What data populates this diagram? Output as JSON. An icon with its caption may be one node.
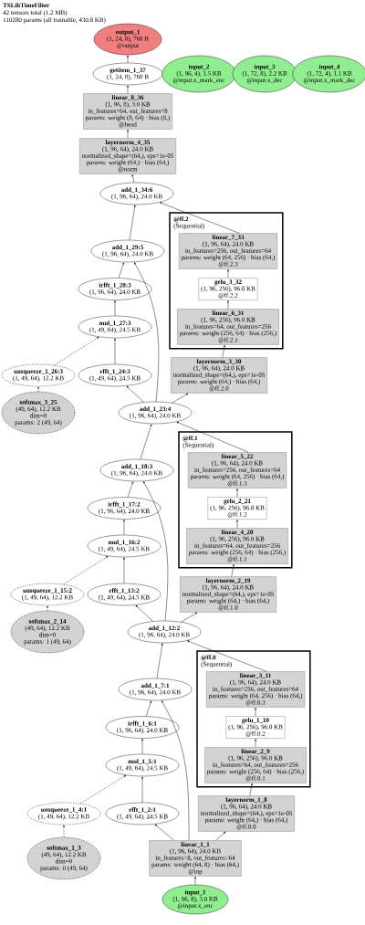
{
  "diagram": {
    "title": "TSLibTimeFilter",
    "labels": [
      "42 tensors total (1.2 MB)",
      "110280 params (all trainable, 430.8 KB)"
    ],
    "nodes": [
      {
        "text": [
          "output_1",
          "(1, 24, 8), 768 B",
          "@output"
        ]
      },
      {
        "text": [
          "getitem_1_37",
          "(1, 24, 8), 768 B"
        ]
      },
      {
        "text": [
          "input_2",
          "(1, 96, 4), 1.5 KB",
          "@input.x_mark_enc"
        ]
      },
      {
        "text": [
          "input_3",
          "(1, 72, 8), 2.2 KB",
          "@input.x_dec"
        ]
      },
      {
        "text": [
          "input_4",
          "(1, 72, 4), 1.1 KB",
          "@input.x_mark_dec"
        ]
      },
      {
        "text": [
          "linear_8_36",
          "(1, 96, 8), 3.0 KB",
          "in_features=64, out_features=8",
          "params: weight (8, 64) · bias (8,)",
          "@head"
        ]
      },
      {
        "text": [
          "layernorm_4_35",
          "(1, 96, 64), 24.0 KB",
          "normalized_shape=(64,), eps=1e-05",
          "params: weight (64,) · bias (64,)",
          "@norm"
        ]
      },
      {
        "text": [
          "add_1_34:6",
          "(1, 96, 64), 24.0 KB"
        ]
      },
      {
        "text": [
          "@ff.2",
          "(Sequential)"
        ]
      },
      {
        "text": [
          "add_1_29:5",
          "(1, 96, 64), 24.0 KB"
        ]
      },
      {
        "text": [
          "linear_7_33",
          "(1, 96, 64), 24.0 KB",
          "in_features=256, out_features=64",
          "params: weight (64, 256) · bias (64,)",
          "@ff.2.3"
        ],
        "in": 8
      },
      {
        "text": [
          "irfft_1_28:3",
          "(1, 96, 64), 24.0 KB"
        ]
      },
      {
        "text": [
          "gelu_3_32",
          "(1, 96, 256), 96.0 KB",
          "@ff.2.2"
        ],
        "in": 8
      },
      {
        "text": [
          "mul_1_27:3",
          "(1, 49, 64), 24.5 KB"
        ]
      },
      {
        "text": [
          "linear_6_31",
          "(1, 96, 256), 96.0 KB",
          "in_features=64, out_features=256",
          "params: weight (256, 64) · bias (256,)",
          "@ff.2.1"
        ],
        "in": 8
      },
      {
        "text": [
          "unsqueeze_1_26:3",
          "(1, 49, 64), 12.2 KB"
        ]
      },
      {
        "text": [
          "rfft_1_24:3",
          "(1, 49, 64), 24.5 KB"
        ]
      },
      {
        "text": [
          "layernorm_3_30",
          "(1, 96, 64), 24.0 KB",
          "normalized_shape=(64,), eps=1e-05",
          "params: weight (64,) · bias (64,)",
          "@ff.2.0"
        ]
      },
      {
        "text": [
          "softmax_3_25",
          "(49, 64), 12.2 KB",
          "dim=0",
          "params: 2 (49, 64)"
        ]
      },
      {
        "text": [
          "add_1_23:4",
          "(1, 96, 64), 24.0 KB"
        ]
      },
      {
        "text": [
          "@ff.1",
          "(Sequential)"
        ]
      },
      {
        "text": [
          "add_1_18:3",
          "(1, 96, 64), 24.0 KB"
        ]
      },
      {
        "text": [
          "linear_5_22",
          "(1, 96, 64), 24.0 KB",
          "in_features=256, out_features=64",
          "params: weight (64, 256) · bias (64,)",
          "@ff.1.3"
        ],
        "in": 20
      },
      {
        "text": [
          "irfft_1_17:2",
          "(1, 96, 64), 24.0 KB"
        ]
      },
      {
        "text": [
          "gelu_2_21",
          "(1, 96, 256), 96.0 KB",
          "@ff.1.2"
        ],
        "in": 20
      },
      {
        "text": [
          "mul_1_16:2",
          "(1, 49, 64), 24.5 KB"
        ]
      },
      {
        "text": [
          "linear_4_20",
          "(1, 96, 256), 96.0 KB",
          "in_features=64, out_features=256",
          "params: weight (256, 64) · bias (256,)",
          "@ff.1.1"
        ],
        "in": 20
      },
      {
        "text": [
          "unsqueeze_1_15:2",
          "(1, 49, 64), 12.2 KB"
        ]
      },
      {
        "text": [
          "rfft_1_13:2",
          "(1, 49, 64), 24.5 KB"
        ]
      },
      {
        "text": [
          "layernorm_2_19",
          "(1, 96, 64), 24.0 KB",
          "normalized_shape=(64,), eps=1e-05",
          "params: weight (64,) · bias (64,)",
          "@ff.1.0"
        ]
      },
      {
        "text": [
          "softmax_2_14",
          "(49, 64), 12.2 KB",
          "dim=0",
          "params: 1 (49, 64)"
        ]
      },
      {
        "text": [
          "add_1_12:2",
          "(1, 96, 64), 24.0 KB"
        ]
      },
      {
        "text": [
          "@ff.0",
          "(Sequential)"
        ]
      },
      {
        "text": [
          "add_1_7:1",
          "(1, 96, 64), 24.0 KB"
        ]
      },
      {
        "text": [
          "linear_3_11",
          "(1, 96, 64), 24.0 KB",
          "in_features=256, out_features=64",
          "params: weight (64, 256) · bias (64,)",
          "@ff.0.3"
        ],
        "in": 32
      },
      {
        "text": [
          "irfft_1_6:1",
          "(1, 96, 64), 24.0 KB"
        ]
      },
      {
        "text": [
          "gelu_1_10",
          "(1, 96, 256), 96.0 KB",
          "@ff.0.2"
        ],
        "in": 32
      },
      {
        "text": [
          "mul_1_5:1",
          "(1, 49, 64), 24.5 KB"
        ]
      },
      {
        "text": [
          "linear_2_9",
          "(1, 96, 256), 96.0 KB",
          "in_features=64, out_features=256",
          "params: weight (256, 64) · bias (256,)",
          "@ff.0.1"
        ],
        "in": 32
      },
      {
        "text": [
          "unsqueeze_1_4:1",
          "(1, 49, 64), 12.2 KB"
        ]
      },
      {
        "text": [
          "rfft_1_2:1",
          "(1, 49, 64), 24.5 KB"
        ]
      },
      {
        "text": [
          "layernorm_1_8",
          "(1, 96, 64), 24.0 KB",
          "normalized_shape=(64,), eps=1e-05",
          "params: weight (64,) · bias (64,)",
          "@ff.0.0"
        ]
      },
      {
        "text": [
          "softmax_1_3",
          "(49, 64), 12.2 KB",
          "dim=0",
          "params: 0 (49, 64)"
        ]
      },
      {
        "text": [
          "linear_1_1",
          "(1, 96, 64), 24.0 KB",
          "in_features=8, out_features=64",
          "params: weight (64, 8) · bias (64,)",
          "@inp"
        ]
      },
      {
        "text": [
          "input_1",
          "(1, 96, 8), 3.0 KB",
          "@input.x_enc"
        ]
      }
    ],
    "edges": [
      {
        "from": 1,
        "to": 0,
        "arrow": "to"
      },
      {
        "from": 5,
        "to": 1,
        "arrow": "to"
      },
      {
        "from": 6,
        "to": 5,
        "arrow": "to"
      },
      {
        "from": 7,
        "to": 6,
        "arrow": "to"
      },
      {
        "from": 9,
        "to": 7,
        "arrow": "to"
      },
      {
        "from": 10,
        "to": 7,
        "arrow": "to"
      },
      {
        "from": 12,
        "to": 10,
        "arrow": "to"
      },
      {
        "from": 14,
        "to": 12,
        "arrow": "to"
      },
      {
        "from": 17,
        "to": 14,
        "arrow": "to"
      },
      {
        "from": 11,
        "to": 9,
        "arrow": "to"
      },
      {
        "from": 19,
        "to": 9,
        "arrow": "to"
      },
      {
        "from": 13,
        "to": 11,
        "arrow": "to"
      },
      {
        "from": 16,
        "to": 13,
        "arrow": "to"
      },
      {
        "from": 15,
        "to": 13,
        "arrow": "to",
        "style": "dashed"
      },
      {
        "from": 18,
        "to": 15,
        "arrow": "to",
        "style": "dashed"
      },
      {
        "from": 19,
        "to": 16,
        "arrow": "to"
      },
      {
        "from": 19,
        "to": 17,
        "arrow": "to"
      },
      {
        "from": 21,
        "to": 19,
        "arrow": "to"
      },
      {
        "from": 22,
        "to": 19,
        "arrow": "to"
      },
      {
        "from": 24,
        "to": 22,
        "arrow": "to"
      },
      {
        "from": 26,
        "to": 24,
        "arrow": "to"
      },
      {
        "from": 29,
        "to": 26,
        "arrow": "to"
      },
      {
        "from": 23,
        "to": 21,
        "arrow": "to"
      },
      {
        "from": 31,
        "to": 21,
        "arrow": "to"
      },
      {
        "from": 25,
        "to": 23,
        "arrow": "to"
      },
      {
        "from": 28,
        "to": 25,
        "arrow": "to"
      },
      {
        "from": 27,
        "to": 25,
        "arrow": "to",
        "style": "dashed"
      },
      {
        "from": 30,
        "to": 27,
        "arrow": "to",
        "style": "dashed"
      },
      {
        "from": 31,
        "to": 28,
        "arrow": "to"
      },
      {
        "from": 31,
        "to": 29,
        "arrow": "to"
      },
      {
        "from": 33,
        "to": 31,
        "arrow": "to"
      },
      {
        "from": 34,
        "to": 31,
        "arrow": "to"
      },
      {
        "from": 36,
        "to": 34,
        "arrow": "to"
      },
      {
        "from": 38,
        "to": 36,
        "arrow": "to"
      },
      {
        "from": 41,
        "to": 38,
        "arrow": "to"
      },
      {
        "from": 35,
        "to": 33,
        "arrow": "to"
      },
      {
        "from": 43,
        "to": 33,
        "arrow": "to"
      },
      {
        "from": 37,
        "to": 35,
        "arrow": "to"
      },
      {
        "from": 40,
        "to": 37,
        "arrow": "to"
      },
      {
        "from": 39,
        "to": 37,
        "arrow": "to",
        "style": "dashed"
      },
      {
        "from": 42,
        "to": 39,
        "arrow": "to",
        "style": "dashed"
      },
      {
        "from": 43,
        "to": 40,
        "arrow": "to"
      },
      {
        "from": 43,
        "to": 41,
        "arrow": "to"
      },
      {
        "from": 44,
        "to": 43,
        "arrow": "to"
      }
    ]
  }
}
